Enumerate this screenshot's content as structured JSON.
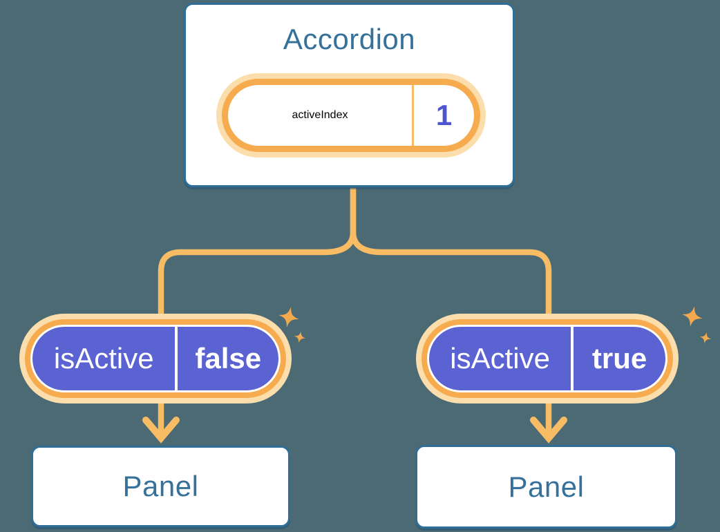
{
  "diagram": {
    "root": {
      "title": "Accordion",
      "prop": {
        "name": "activeIndex",
        "value": "1"
      }
    },
    "children": [
      {
        "prop": {
          "name": "isActive",
          "value": "false"
        },
        "panel": {
          "title": "Panel"
        }
      },
      {
        "prop": {
          "name": "isActive",
          "value": "true"
        },
        "panel": {
          "title": "Panel"
        }
      }
    ],
    "colors": {
      "background": "#4C6A74",
      "card_border": "#2F6E96",
      "card_text": "#35719B",
      "connector_line": "#F8BC64",
      "pill_ring": "#F6AC4E",
      "pill_ring_glow": "#FCDEAC",
      "state_pill_fill": "#5B63D3",
      "state_pill_text": "#FFFFFF",
      "prop_name_text": "#6B6FDC",
      "prop_value_text": "#4F55CE",
      "sparkle": "#F3AA4E"
    }
  }
}
